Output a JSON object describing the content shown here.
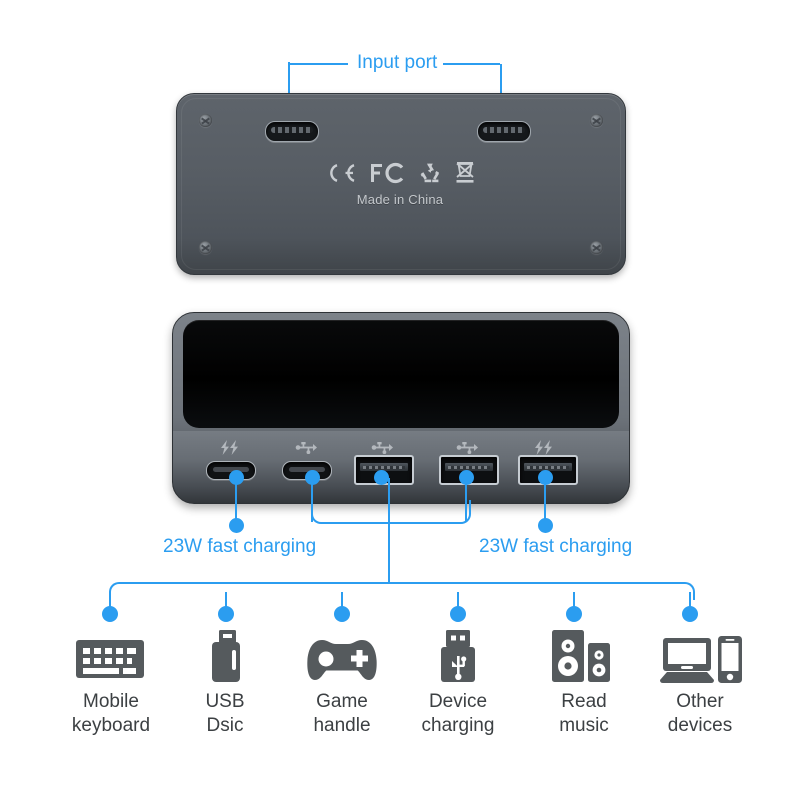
{
  "theme": {
    "accent": "#2b9df0",
    "device_body": "#5e646b",
    "icon_gray": "#555a5d",
    "label_gray": "#3c4043"
  },
  "callouts": {
    "input_port": "Input port",
    "fast_charging_left": "23W fast charging",
    "fast_charging_right": "23W fast charging"
  },
  "top_device": {
    "view": "bottom shell",
    "screws": 4,
    "ports": [
      {
        "type": "usb-c",
        "name": "input-port-left"
      },
      {
        "type": "usb-c",
        "name": "input-port-right"
      }
    ],
    "certifications": [
      "CE",
      "FC",
      "recycle",
      "weee-crossed-bin"
    ],
    "origin_text": "Made in China"
  },
  "front_device": {
    "view": "front",
    "ports": [
      {
        "type": "usb-c",
        "icon": "lightning-bolt",
        "label": "23W fast charging"
      },
      {
        "type": "usb-c",
        "icon": "usb-trident",
        "label": ""
      },
      {
        "type": "usb-a",
        "icon": "usb-trident",
        "label": ""
      },
      {
        "type": "usb-a",
        "icon": "usb-trident",
        "label": ""
      },
      {
        "type": "usb-a",
        "icon": "lightning-bolt",
        "label": "23W fast charging"
      }
    ]
  },
  "supported_devices": [
    {
      "icon": "keyboard-icon",
      "label": "Mobile\nkeyboard"
    },
    {
      "icon": "usb-flash-drive-icon",
      "label": "USB\nDsic"
    },
    {
      "icon": "gamepad-icon",
      "label": "Game\nhandle"
    },
    {
      "icon": "usb-connector-icon",
      "label": "Device\ncharging"
    },
    {
      "icon": "speakers-icon",
      "label": "Read\nmusic"
    },
    {
      "icon": "laptop-phone-icon",
      "label": "Other\ndevices"
    }
  ]
}
